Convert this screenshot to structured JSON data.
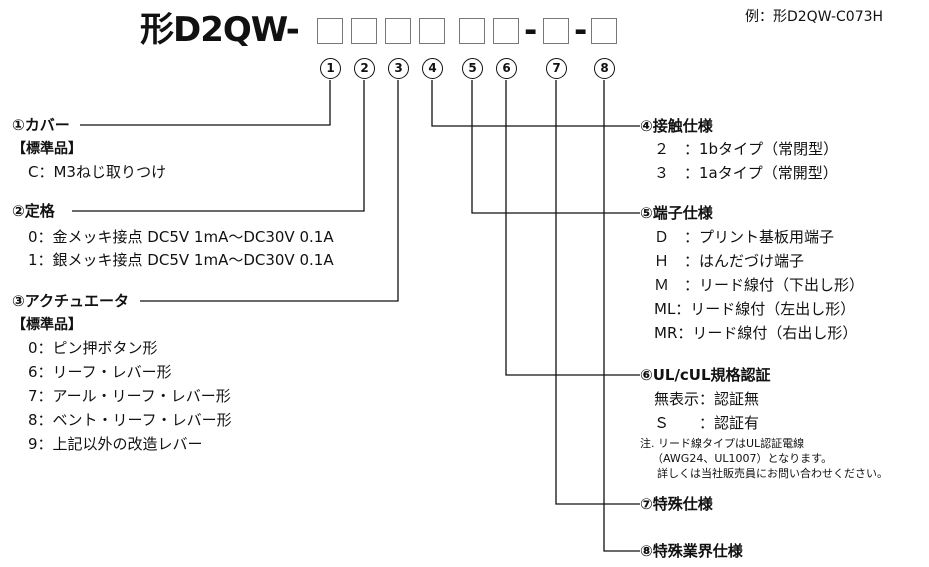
{
  "title": "形D2QW-",
  "example": "例：形D2QW-C073H",
  "dash": "-",
  "circles": [
    "1",
    "2",
    "3",
    "4",
    "5",
    "6",
    "7",
    "8"
  ],
  "left": {
    "cover": {
      "head": "①カバー",
      "std": "【標準品】",
      "items": [
        "C：M3ねじ取りつけ"
      ]
    },
    "rating": {
      "head": "②定格",
      "items": [
        "0：金メッキ接点 DC5V 1mA～DC30V 0.1A",
        "1：銀メッキ接点 DC5V 1mA～DC30V 0.1A"
      ]
    },
    "actuator": {
      "head": "③アクチュエータ",
      "std": "【標準品】",
      "items": [
        "0：ピン押ボタン形",
        "6：リーフ・レバー形",
        "7：アール・リーフ・レバー形",
        "8：ベント・リーフ・レバー形",
        "9：上記以外の改造レバー"
      ]
    }
  },
  "right": {
    "contact": {
      "head": "④接触仕様",
      "items": [
        "２　：1bタイプ（常閉型）",
        "３　：1aタイプ（常開型）"
      ]
    },
    "terminal": {
      "head": "⑤端子仕様",
      "items": [
        "Ｄ　：プリント基板用端子",
        "Ｈ　：はんだづけ端子",
        "Ｍ　：リード線付（下出し形）",
        "ML：リード線付（左出し形）",
        "MR：リード線付（右出し形）"
      ]
    },
    "ul": {
      "head": "⑥UL/cUL規格認証",
      "items": [
        "無表示：認証無",
        "Ｓ　　：認証有"
      ],
      "notes": [
        "注. リード線タイプはUL認証電線",
        "（AWG24、UL1007）となります。",
        "詳しくは当社販売員にお問い合わせください。"
      ]
    },
    "special": {
      "head": "⑦特殊仕様"
    },
    "industry": {
      "head": "⑧特殊業界仕様"
    }
  }
}
